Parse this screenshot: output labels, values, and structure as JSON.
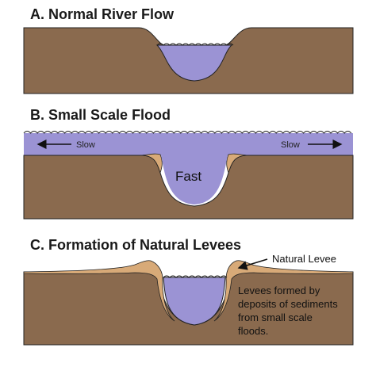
{
  "panels": {
    "a": {
      "title": "A. Normal River Flow"
    },
    "b": {
      "title": "B. Small Scale Flood",
      "slow_left": "Slow",
      "slow_right": "Slow",
      "fast": "Fast"
    },
    "c": {
      "title": "C. Formation of Natural Levees",
      "levee_label": "Natural Levee",
      "note_lines": [
        "Levees formed by",
        "deposits of sediments",
        "from small scale",
        "floods."
      ]
    }
  },
  "colors": {
    "earth": "#8a6a4e",
    "water": "#9b93d4",
    "levee": "#d8aa78",
    "outline": "#222222"
  }
}
